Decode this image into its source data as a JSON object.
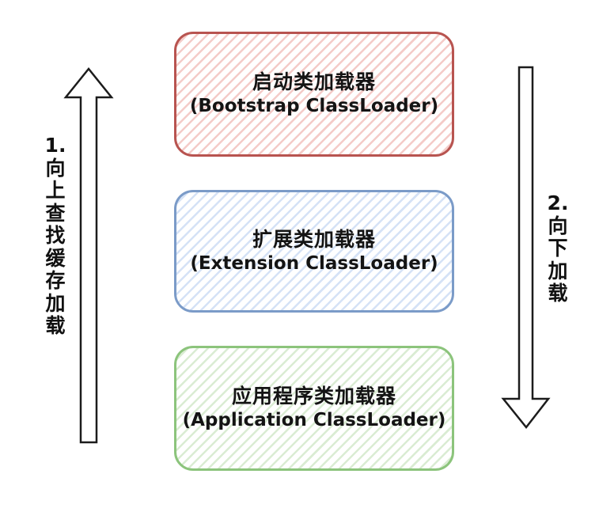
{
  "diagram": {
    "title_hint": "JVM 类加载器双亲委派示意图",
    "boxes": [
      {
        "id": "bootstrap",
        "title": "启动类加载器",
        "subtitle": "(Bootstrap ClassLoader)",
        "border_color": "#b85450",
        "hatch_color": "#f4cbc8"
      },
      {
        "id": "extension",
        "title": "扩展类加载器",
        "subtitle": "(Extension ClassLoader)",
        "border_color": "#7b9bc8",
        "hatch_color": "#d5e2f6"
      },
      {
        "id": "application",
        "title": "应用程序类加载器",
        "subtitle": "(Application ClassLoader)",
        "border_color": "#8cc47c",
        "hatch_color": "#daecd3"
      }
    ],
    "left_arrow_label": "1. 向上查找缓存加载",
    "right_arrow_label": "2. 向下加载",
    "arrow_outline_color": "#1c1c1c",
    "arrow_fill_color": "#ffffff"
  }
}
